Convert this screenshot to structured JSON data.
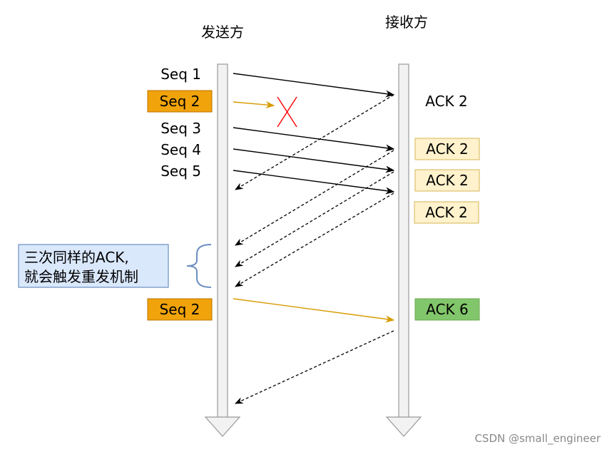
{
  "sender": {
    "title": "发送方"
  },
  "receiver": {
    "title": "接收方"
  },
  "seq_labels": [
    "Seq 1",
    "Seq 2",
    "Seq 3",
    "Seq 4",
    "Seq 5"
  ],
  "retransmit_label": "Seq 2",
  "ack_labels": [
    "ACK 2",
    "ACK 2",
    "ACK 2",
    "ACK 2",
    "ACK 6"
  ],
  "note": {
    "line1": "三次同样的ACK,",
    "line2": "就会触发重发机制"
  },
  "watermark": "CSDN @small_engineer",
  "colors": {
    "lost_box": "#f0a30a",
    "dup_ack_box": "#fff2cc",
    "dup_ack_border": "#d6b656",
    "new_ack_box": "#82c66b",
    "new_ack_border": "#6aa84f",
    "note_box": "#dae8fc",
    "note_border": "#6c8ebf",
    "orange_arrow": "#d79b00",
    "loss_mark": "#ff0000",
    "timeline": "#f2f2f2",
    "timeline_border": "#999999"
  }
}
